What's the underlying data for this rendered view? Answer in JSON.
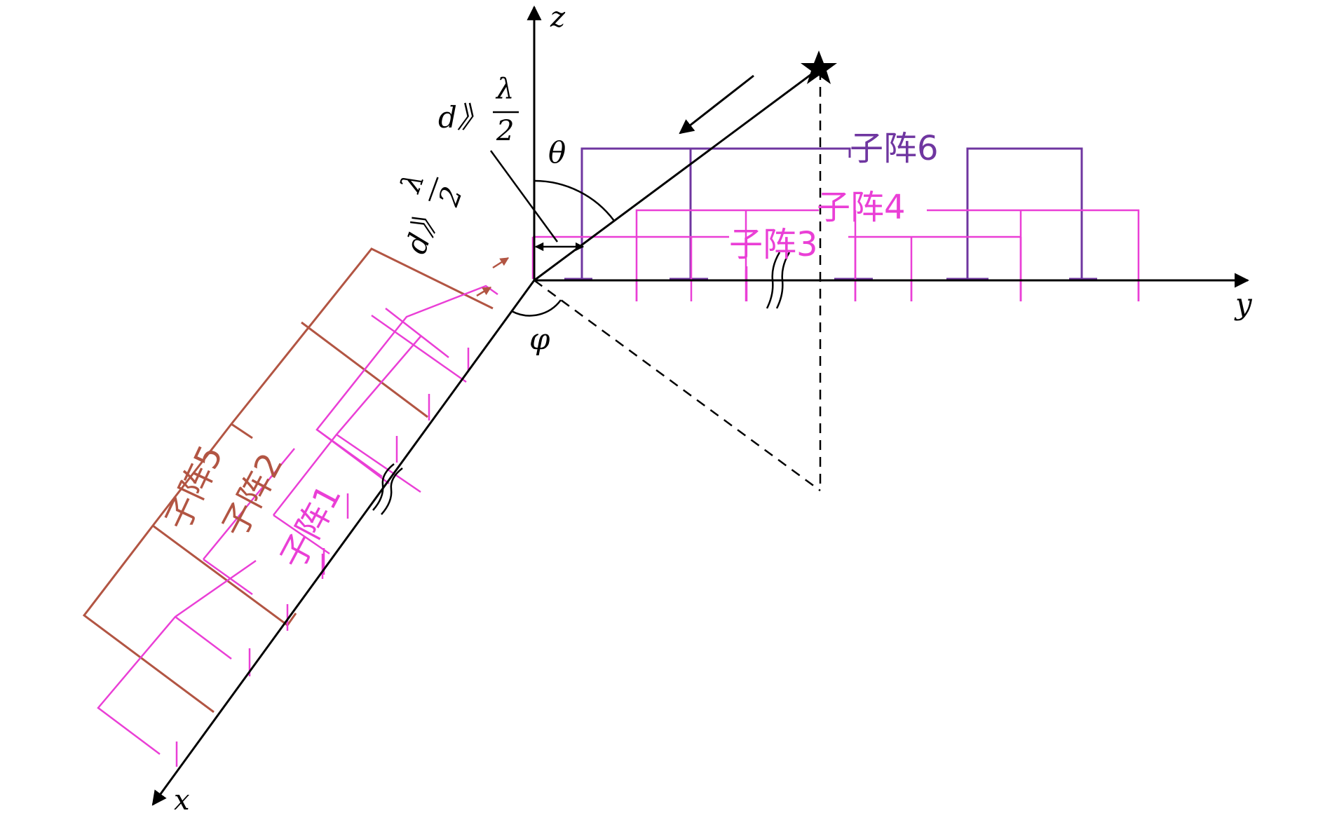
{
  "axes": {
    "x_label": "x",
    "y_label": "y",
    "z_label": "z"
  },
  "angles": {
    "theta": "θ",
    "phi": "φ"
  },
  "spacing": {
    "z_relation": "d》",
    "z_numerator": "λ",
    "z_denominator": "2",
    "x_relation": "d》",
    "x_numerator": "λ",
    "x_denominator": "2"
  },
  "subarrays": {
    "s1": "子阵1",
    "s2": "子阵2",
    "s3": "子阵3",
    "s4": "子阵4",
    "s5": "子阵5",
    "s6": "子阵6"
  },
  "source_icon": "star-icon",
  "colors": {
    "axis": "#000000",
    "pink": "#ea3fd6",
    "brown": "#b25543",
    "purple": "#6f36a0",
    "text": "#000000"
  }
}
